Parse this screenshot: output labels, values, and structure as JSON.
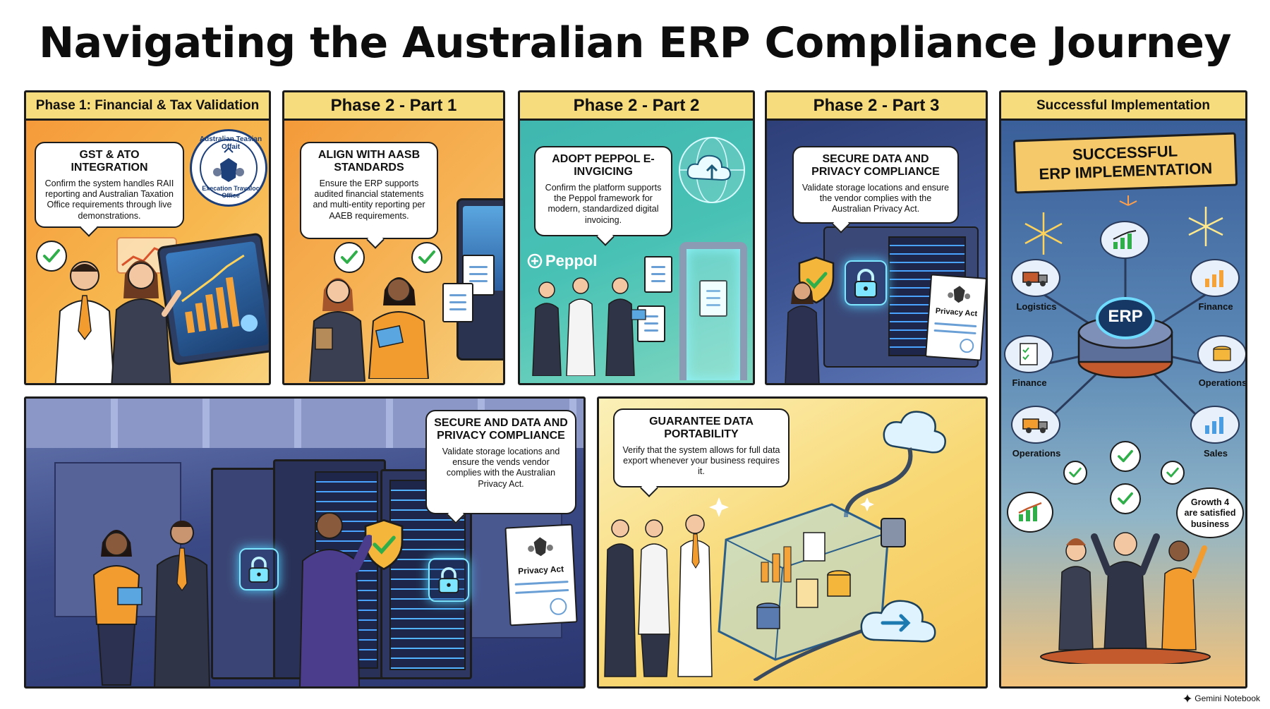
{
  "title": "Navigating the Australian ERP Compliance Journey",
  "panels": {
    "p1": {
      "header": "Phase 1: Financial & Tax Validation",
      "bubble_title": "GST & ATO Integration",
      "bubble_text": "Confirm the system handles RAII reporting and Australian Taxation Office requirements through live demonstrations.",
      "seal_top": "Australian Teasian Offait",
      "seal_bottom": "Execation Travaloc Office"
    },
    "p2": {
      "header": "Phase 2 - Part 1",
      "bubble_title": "Align with AASB Standards",
      "bubble_text": "Ensure the ERP supports audited financial statements and multi-entity reporting per AAEB requirements."
    },
    "p3": {
      "header": "Phase 2 - Part 2",
      "bubble_title": "Adopt Peppol E-Invgicing",
      "bubble_text": "Confirm the platform supports the Peppol framework for modern, standardized digital invoicing.",
      "logo_text": "Peppol"
    },
    "p4": {
      "header": "Phase 2 - Part 3",
      "bubble_title": "Secure Data and Privacy Compliance",
      "bubble_text": "Validate storage locations and ensure the vendor complies with the Australian Privacy Act.",
      "doc_label": "Privacy Act"
    },
    "p5": {
      "bubble_title": "Secure and Data and Privacy Compliance",
      "bubble_text": "Validate storage locations and ensure the vends vendor complies with the Australian Privacy Act.",
      "doc_label": "Privacy Act"
    },
    "p6": {
      "bubble_title": "Guarantee Data Portability",
      "bubble_text": "Verify that the system allows for full data export whenever your business requires it."
    },
    "p7": {
      "header": "Successful Implementation",
      "banner_line1": "Successful",
      "banner_line2": "ERP Implementation",
      "hub_label": "ERP",
      "nodes": [
        "Logistics",
        "Finance",
        "Finance",
        "Operations",
        "Operations",
        "Sales"
      ],
      "bubble_text": "Growth 4 are satisfied business"
    }
  },
  "footer": "Gemini Notebook",
  "colors": {
    "header_bg": "#f7dc7e",
    "check_green": "#2fae4a",
    "glow_cyan": "#4fd0ff",
    "border_dark": "#1c1c1c"
  }
}
